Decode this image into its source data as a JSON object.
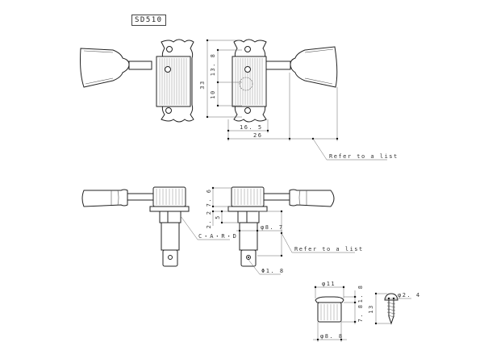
{
  "title": "SD510",
  "top_view": {
    "dims": {
      "overall_height": "33",
      "upper": "13. 8",
      "lower": "10",
      "width_plate": "16. 5",
      "width_total": "26"
    },
    "callout": "Refer to a list"
  },
  "side_view": {
    "dims": {
      "knob_height": "7. 6",
      "bushing_offset": "2. 2",
      "bushing_height": "5",
      "post_diameter": "φ8. 7",
      "hole_diameter": "Φ1. 8"
    },
    "callouts": {
      "card": "C・A・R・D",
      "refer": "Refer to a list"
    }
  },
  "bushing": {
    "dims": {
      "top_diameter": "φ11",
      "flange_height": "1. 8",
      "body_height": "7. 8",
      "bottom_diameter": "φ8. 8"
    }
  },
  "screw": {
    "dims": {
      "length": "13",
      "diameter": "φ2. 4"
    }
  },
  "colors": {
    "line": "#222222",
    "dim": "#666666",
    "background": "#ffffff"
  }
}
